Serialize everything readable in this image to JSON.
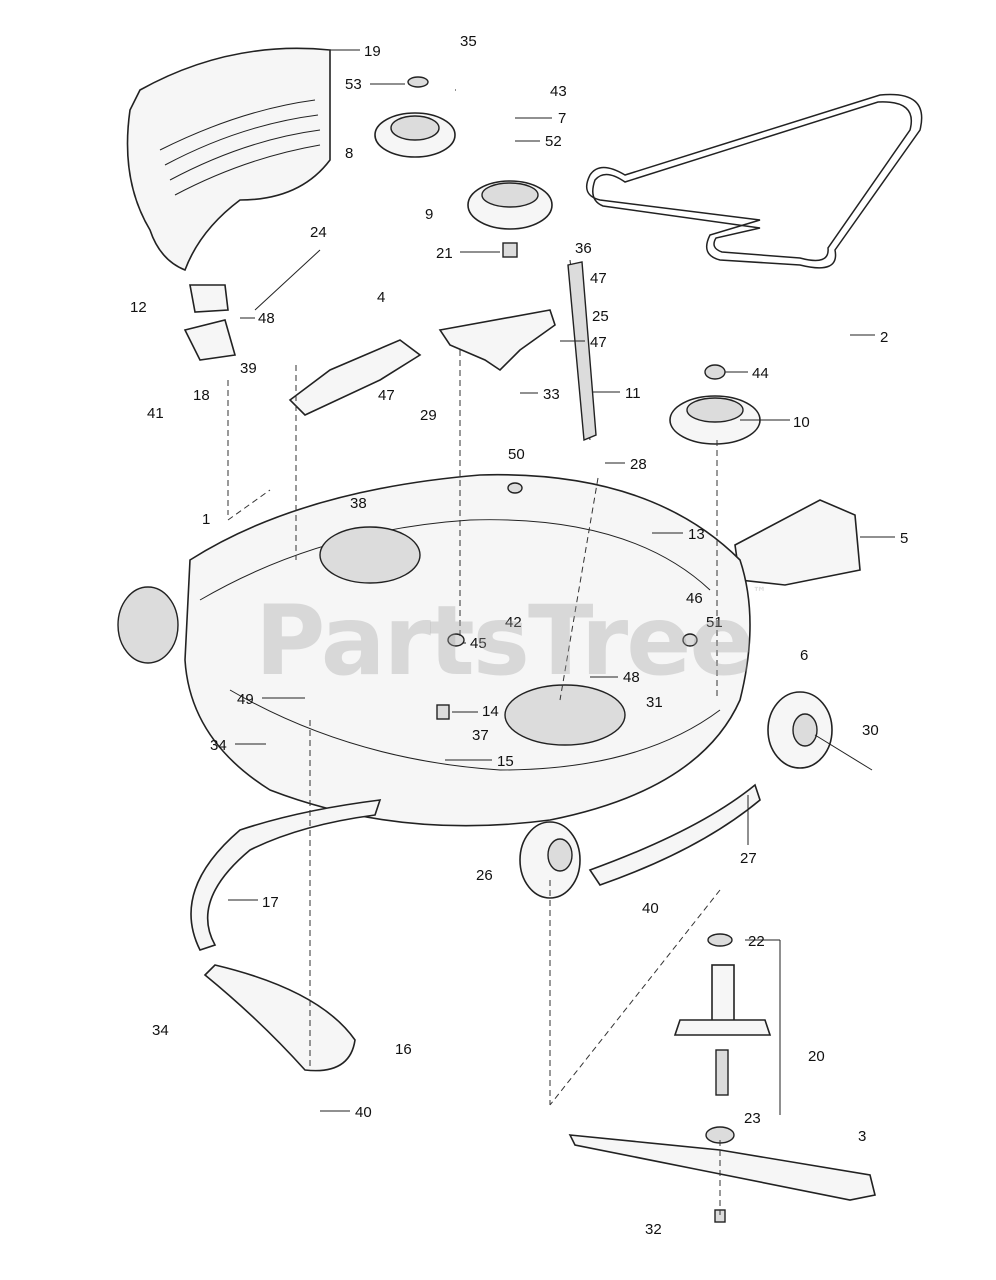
{
  "watermark": {
    "text": "PartsTree",
    "tm": "™"
  },
  "labels": [
    "1",
    "2",
    "3",
    "4",
    "5",
    "6",
    "7",
    "8",
    "9",
    "10",
    "11",
    "12",
    "13",
    "14",
    "15",
    "16",
    "17",
    "18",
    "19",
    "20",
    "21",
    "22",
    "23",
    "24",
    "25",
    "26",
    "27",
    "28",
    "29",
    "30",
    "31",
    "32",
    "33",
    "34",
    "34",
    "35",
    "36",
    "37",
    "38",
    "39",
    "40",
    "40",
    "41",
    "42",
    "43",
    "44",
    "45",
    "46",
    "47",
    "47",
    "47",
    "47",
    "48",
    "48",
    "49",
    "50",
    "51",
    "52",
    "53"
  ]
}
